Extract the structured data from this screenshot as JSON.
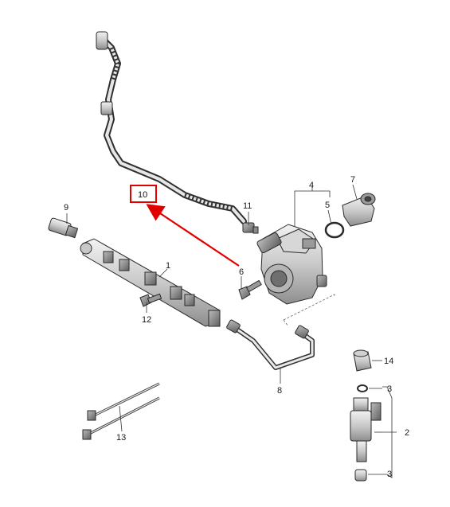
{
  "labels": {
    "l1": "1",
    "l2": "2",
    "l3a": "3",
    "l3b": "3",
    "l4": "4",
    "l5": "5",
    "l6": "6",
    "l7": "7",
    "l8": "8",
    "l9": "9",
    "l10": "10",
    "l11": "11",
    "l12": "12",
    "l13": "13",
    "l14": "14"
  },
  "highlight": {
    "color": "#e00000",
    "part": "10"
  }
}
